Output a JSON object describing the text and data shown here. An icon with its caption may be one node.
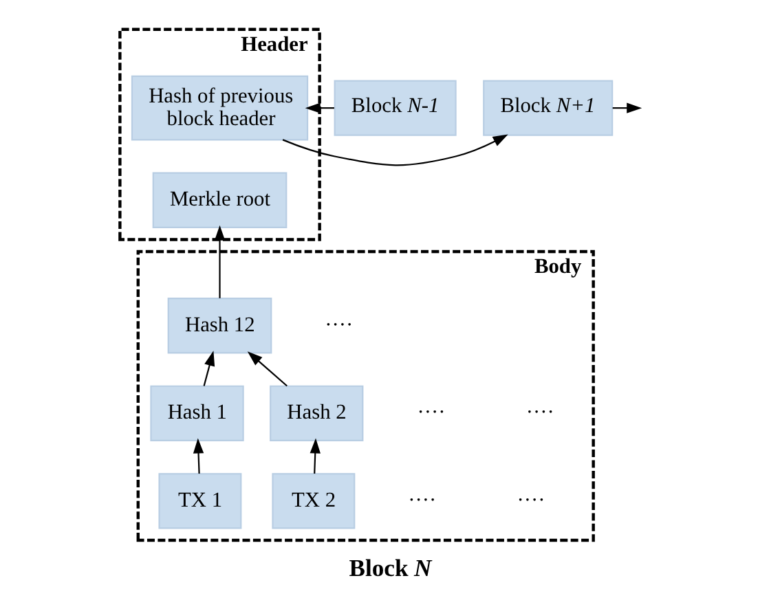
{
  "diagram": {
    "title": "Block *N*",
    "nodes": [
      {
        "text": [
          "Header"
        ]
      },
      {
        "text": [
          "Body"
        ]
      },
      {
        "text": [
          "Block *N-1*"
        ]
      },
      {
        "text": [
          "Hash of previous block header"
        ],
        "in": 0
      },
      {
        "text": [
          "Merkle root"
        ],
        "in": 0
      },
      {
        "text": [
          "Block *N+1*"
        ]
      },
      {
        "text": [
          "Hash 12"
        ],
        "in": 1
      },
      {
        "text": [
          "Hash 1"
        ],
        "in": 1
      },
      {
        "text": [
          "Hash 2"
        ],
        "in": 1
      },
      {
        "text": [
          "TX 1"
        ],
        "in": 1
      },
      {
        "text": [
          "TX 2"
        ],
        "in": 1
      }
    ],
    "edges": [
      {
        "from": 2,
        "to": 3,
        "arrow": "to"
      },
      {
        "from": 3,
        "to": 5,
        "arrow": "to"
      },
      {
        "from": 5,
        "to": null,
        "arrow": "to"
      },
      {
        "from": 6,
        "to": 4,
        "arrow": "to"
      },
      {
        "from": 7,
        "to": 6,
        "arrow": "to"
      },
      {
        "from": 8,
        "to": 6,
        "arrow": "to"
      },
      {
        "from": 9,
        "to": 7,
        "arrow": "to"
      },
      {
        "from": 10,
        "to": 8,
        "arrow": "to"
      }
    ],
    "labels": [
      "····",
      "····",
      "····",
      "····",
      "····"
    ]
  }
}
